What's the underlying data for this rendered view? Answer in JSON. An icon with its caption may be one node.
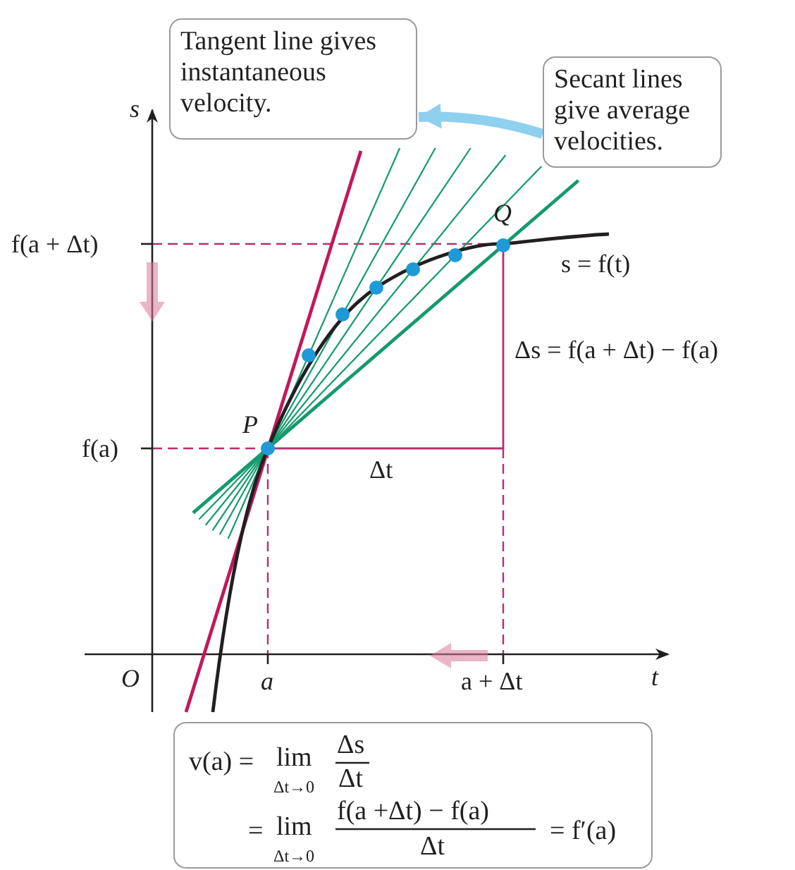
{
  "diagram": {
    "nodes": [
      {
        "text": [
          "Tangent line gives instantaneous velocity."
        ]
      },
      {
        "text": [
          "Secant lines give average velocities."
        ]
      },
      {
        "text": [
          "v(a) =",
          "lim",
          "Δt→0",
          "Δs",
          "Δt",
          "=",
          "lim",
          "Δt→0",
          "f(a +Δt) − f(a)",
          "Δt",
          "= f′(a)"
        ]
      }
    ],
    "edges": [
      {
        "from": 1,
        "to": 0,
        "arrow": "to"
      }
    ],
    "labels": [
      "s",
      "f(a + Δt)",
      "Q",
      "s = f(t)",
      "Δs = f(a + Δt) − f(a)",
      "P",
      "f(a)",
      "Δt",
      "O",
      "a",
      "a + Δt",
      "t"
    ]
  }
}
